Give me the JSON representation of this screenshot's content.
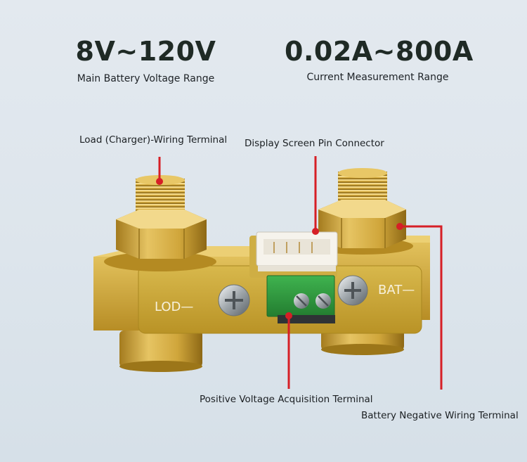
{
  "specs": {
    "voltage": {
      "value": "8V~120V",
      "caption": "Main Battery Voltage Range"
    },
    "current": {
      "value": "0.02A~800A",
      "caption": "Current Measurement Range"
    }
  },
  "callouts": {
    "load_terminal": "Load (Charger)-Wiring Terminal",
    "display_connector": "Display Screen Pin Connector",
    "positive_voltage": "Positive Voltage Acquisition Terminal",
    "battery_negative": "Battery Negative Wiring Terminal"
  },
  "board_labels": {
    "lod": "LOD—",
    "bat": "BAT—"
  },
  "colors": {
    "brass": "#c9a233",
    "brass_light": "#efd37a",
    "brass_dark": "#8f6c17",
    "pcb": "#c9a83a",
    "callout_line": "#d61f26",
    "terminal_block": "#2e9b3f",
    "connector": "#f4f1ea"
  }
}
